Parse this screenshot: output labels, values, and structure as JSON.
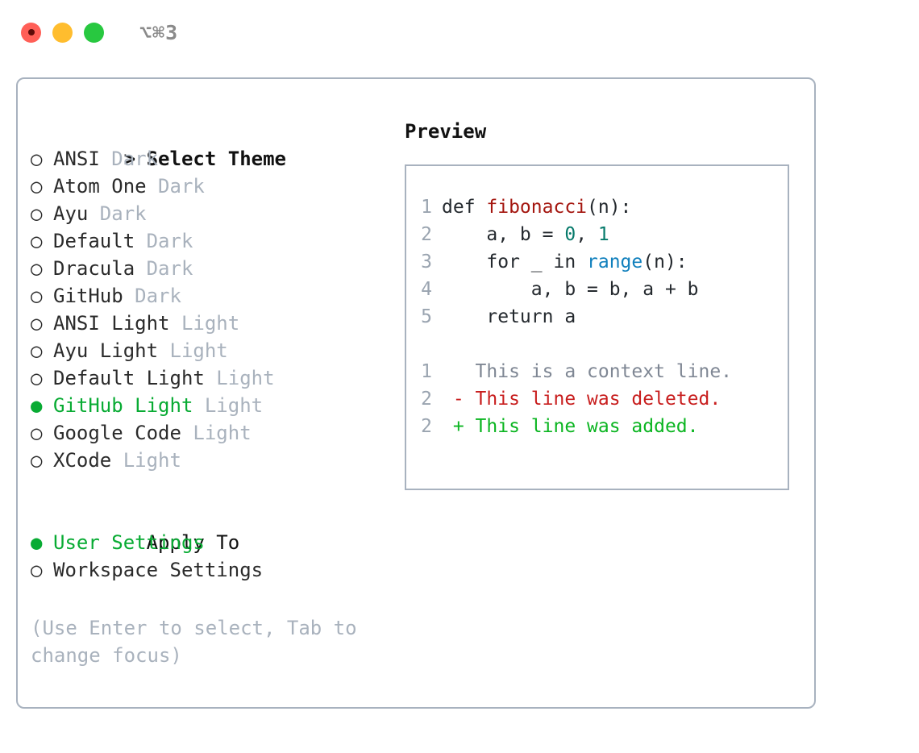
{
  "titlebar": {
    "shortcut": "⌥⌘3",
    "buttons": [
      {
        "name": "close",
        "color": "#ff5f57"
      },
      {
        "name": "minimize",
        "color": "#ffbd2e"
      },
      {
        "name": "maximize",
        "color": "#28c840"
      }
    ]
  },
  "theme_section": {
    "caret": ">",
    "header": "Select Theme",
    "items": [
      {
        "marker": "○",
        "label": "ANSI",
        "tag": "Dark",
        "selected": false
      },
      {
        "marker": "○",
        "label": "Atom One",
        "tag": "Dark",
        "selected": false
      },
      {
        "marker": "○",
        "label": "Ayu",
        "tag": "Dark",
        "selected": false
      },
      {
        "marker": "○",
        "label": "Default",
        "tag": "Dark",
        "selected": false
      },
      {
        "marker": "○",
        "label": "Dracula",
        "tag": "Dark",
        "selected": false
      },
      {
        "marker": "○",
        "label": "GitHub",
        "tag": "Dark",
        "selected": false
      },
      {
        "marker": "○",
        "label": "ANSI Light",
        "tag": "Light",
        "selected": false
      },
      {
        "marker": "○",
        "label": "Ayu Light",
        "tag": "Light",
        "selected": false
      },
      {
        "marker": "○",
        "label": "Default Light",
        "tag": "Light",
        "selected": false
      },
      {
        "marker": "●",
        "label": "GitHub Light",
        "tag": "Light",
        "selected": true
      },
      {
        "marker": "○",
        "label": "Google Code",
        "tag": "Light",
        "selected": false
      },
      {
        "marker": "○",
        "label": "XCode",
        "tag": "Light",
        "selected": false
      }
    ]
  },
  "apply_section": {
    "header": "Apply To",
    "items": [
      {
        "marker": "●",
        "label": "User Settings",
        "selected": true
      },
      {
        "marker": "○",
        "label": "Workspace Settings",
        "selected": false
      }
    ]
  },
  "hint": "(Use Enter to select, Tab to change focus)",
  "preview": {
    "title": "Preview",
    "code_lines": [
      {
        "number": "1",
        "tokens": [
          {
            "text": "def ",
            "kind": "plain"
          },
          {
            "text": "fibonacci",
            "kind": "func"
          },
          {
            "text": "(n):",
            "kind": "plain"
          }
        ]
      },
      {
        "number": "2",
        "tokens": [
          {
            "text": "    a, b = ",
            "kind": "plain"
          },
          {
            "text": "0",
            "kind": "num"
          },
          {
            "text": ", ",
            "kind": "plain"
          },
          {
            "text": "1",
            "kind": "num"
          }
        ]
      },
      {
        "number": "3",
        "tokens": [
          {
            "text": "    for _ in ",
            "kind": "plain"
          },
          {
            "text": "range",
            "kind": "builtin"
          },
          {
            "text": "(n):",
            "kind": "plain"
          }
        ]
      },
      {
        "number": "4",
        "tokens": [
          {
            "text": "        a, b = b, a + b",
            "kind": "plain"
          }
        ]
      },
      {
        "number": "5",
        "tokens": [
          {
            "text": "    return a",
            "kind": "plain"
          }
        ]
      }
    ],
    "diff_lines": [
      {
        "number": "1",
        "sign": " ",
        "text": "This is a context line.",
        "kind": "ctx"
      },
      {
        "number": "2",
        "sign": "-",
        "text": "This line was deleted.",
        "kind": "del"
      },
      {
        "number": "2",
        "sign": "+",
        "text": "This line was added.",
        "kind": "add"
      }
    ]
  },
  "colors": {
    "accent_green": "#08ab33",
    "muted": "#a9b2bd",
    "border": "#a8b2bf",
    "text": "#2b2b2b",
    "syntax_function": "#a4160f",
    "syntax_number": "#077a6b",
    "syntax_builtin": "#1180bd",
    "diff_added": "#0bb521",
    "diff_deleted": "#c81e1e",
    "diff_context": "#7f8794"
  }
}
